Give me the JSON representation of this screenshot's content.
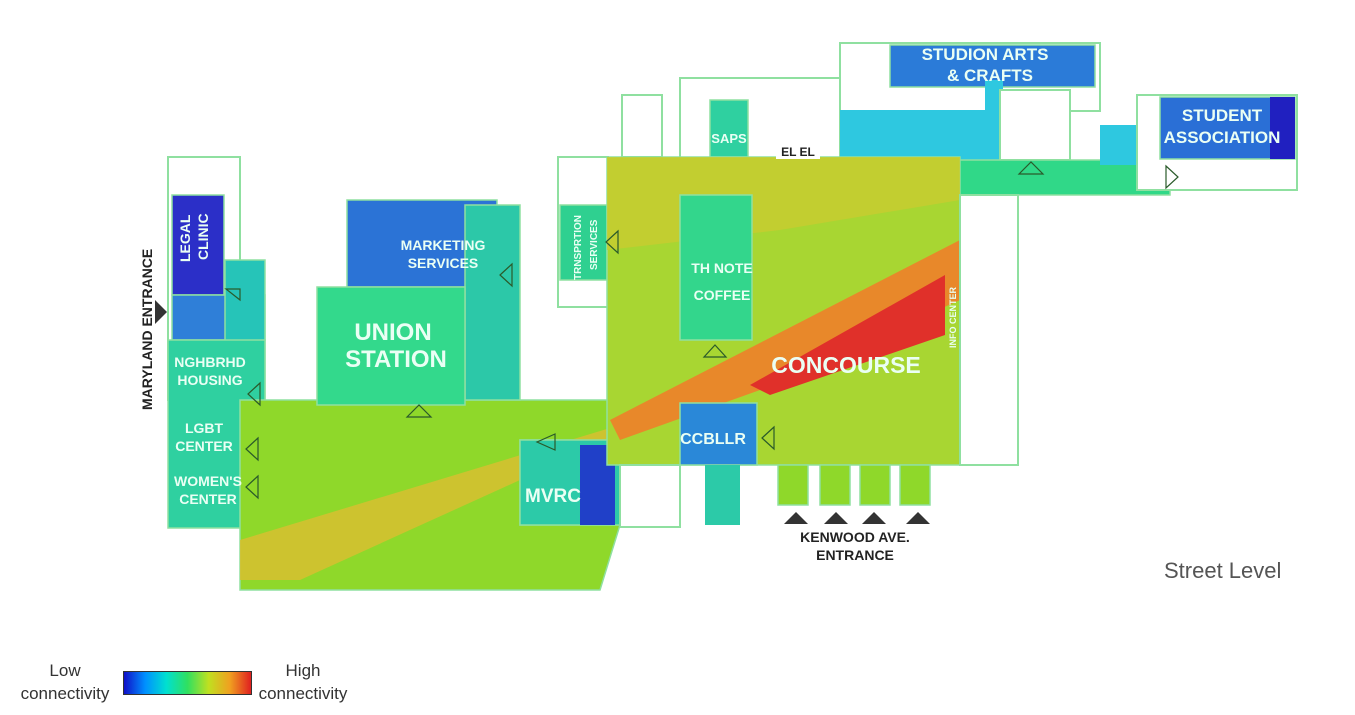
{
  "map_title": "Street Level",
  "rooms": {
    "legal_clinic_1": "LEGAL",
    "legal_clinic_2": "CLINIC",
    "maryland_entrance": "MARYLAND ENTRANCE",
    "marketing_1": "MARKETING",
    "marketing_2": "SERVICES",
    "union_1": "UNION",
    "union_2": "STATION",
    "housing_1": "NGHBRHD",
    "housing_2": "HOUSING",
    "lgbt_1": "LGBT",
    "lgbt_2": "CENTER",
    "women_1": "WOMEN'S",
    "women_2": "CENTER",
    "mvrc": "MVRC",
    "transport_1": "TRNSPRTION",
    "transport_2": "SERVICES",
    "saps": "SAPS",
    "el": "EL EL",
    "studio_1": "STUDION ARTS",
    "studio_2": "& CRAFTS",
    "student_1": "STUDENT",
    "student_2": "ASSOCIATION",
    "coffee_1": "TH NOTE",
    "coffee_2": "COFFEE",
    "info_center": "INFO CENTER",
    "concourse": "CONCOURSE",
    "ccbllr": "CCBLLR",
    "kenwood_1": "KENWOOD AVE.",
    "kenwood_2": "ENTRANCE"
  },
  "legend": {
    "low": "Low connectivity",
    "high": "High connectivity",
    "colors": [
      "#1010c8",
      "#0090ff",
      "#00e0d0",
      "#30e060",
      "#c0e020",
      "#f0a020",
      "#e02020"
    ]
  }
}
